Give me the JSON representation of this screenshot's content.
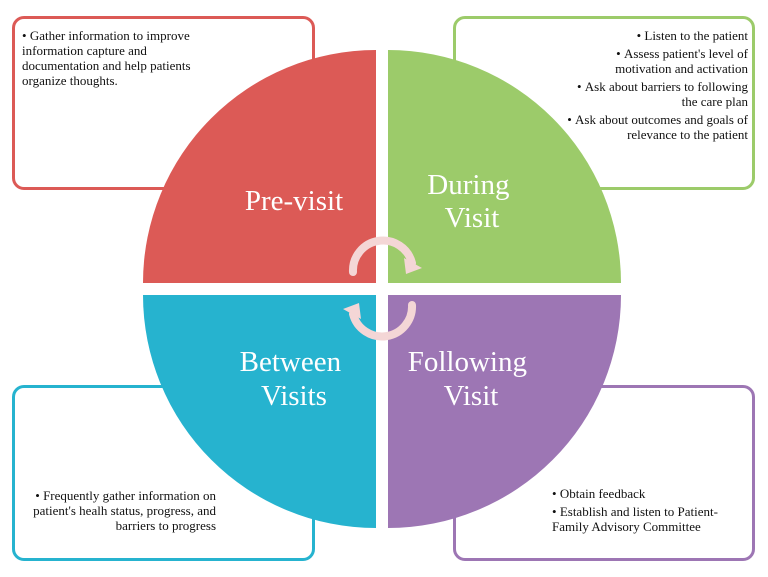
{
  "quadrants": {
    "tl": {
      "title_lines": [
        "Pre-visit"
      ],
      "color": "#dc5a56",
      "bullets": [
        "Gather information to improve information capture and documentation and help patients organize thoughts."
      ]
    },
    "tr": {
      "title_lines": [
        "During",
        "Visit"
      ],
      "color": "#9ccb6a",
      "bullets": [
        "Listen to the patient",
        "Assess patient's level of motivation and activation",
        "Ask about barriers to following the care plan",
        "Ask about outcomes and goals of relevance to the patient"
      ]
    },
    "bl": {
      "title_lines": [
        "Between",
        "Visits"
      ],
      "color": "#26b3cf",
      "bullets": [
        "Frequently gather information on patient's healh status, progress,  and barriers to progress"
      ]
    },
    "br": {
      "title_lines": [
        "Following",
        "Visit"
      ],
      "color": "#9d76b4",
      "bullets": [
        "Obtain feedback",
        "Establish and listen to Patient-Family Advisory Committee"
      ]
    }
  },
  "center_icon": "cycle-arrows-icon"
}
